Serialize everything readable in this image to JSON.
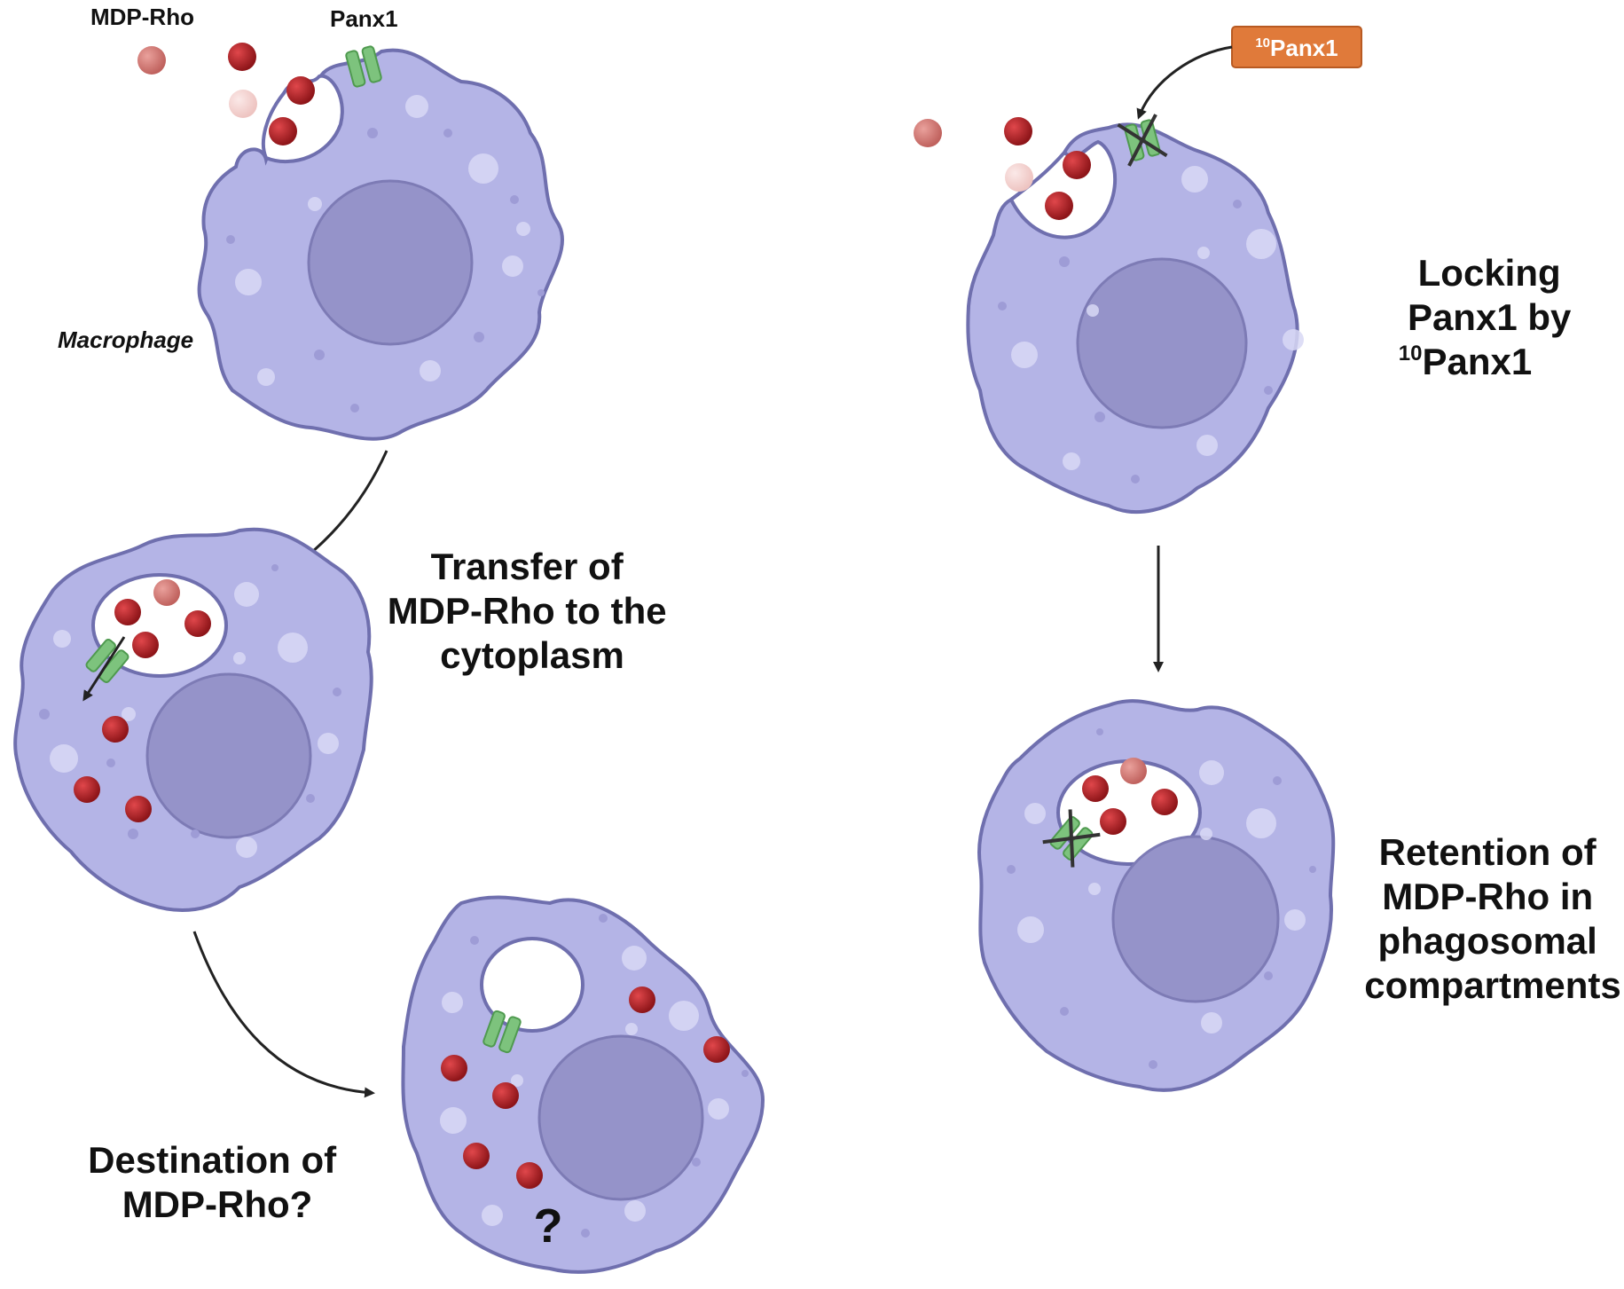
{
  "labels": {
    "mdp_rho": "MDP-Rho",
    "panx1": "Panx1",
    "macrophage": "Macrophage",
    "inhibitor_sup": "10",
    "inhibitor_name": "Panx1",
    "transfer": [
      "Transfer of",
      "MDP-Rho to the",
      "cytoplasm"
    ],
    "destination": [
      "Destination of",
      "MDP-Rho?"
    ],
    "question": "?",
    "locking_line1": "Locking",
    "locking_line2": "Panx1 by",
    "locking_sup": "10",
    "locking_line3": "Panx1",
    "retention": [
      "Retention of",
      "MDP-Rho in",
      "phagosomal",
      "compartments"
    ]
  },
  "colors": {
    "cell_fill": "#b4b4e6",
    "cell_stroke": "#6f6fae",
    "nucleus": "#9593c9",
    "particle_red": "#b0262b",
    "particle_faded": "#d98783",
    "particle_ghost": "#f3d6d4",
    "channel_green": "#7dc37d",
    "inhibitor_box": "#e07a3a",
    "arrow": "#222222"
  }
}
